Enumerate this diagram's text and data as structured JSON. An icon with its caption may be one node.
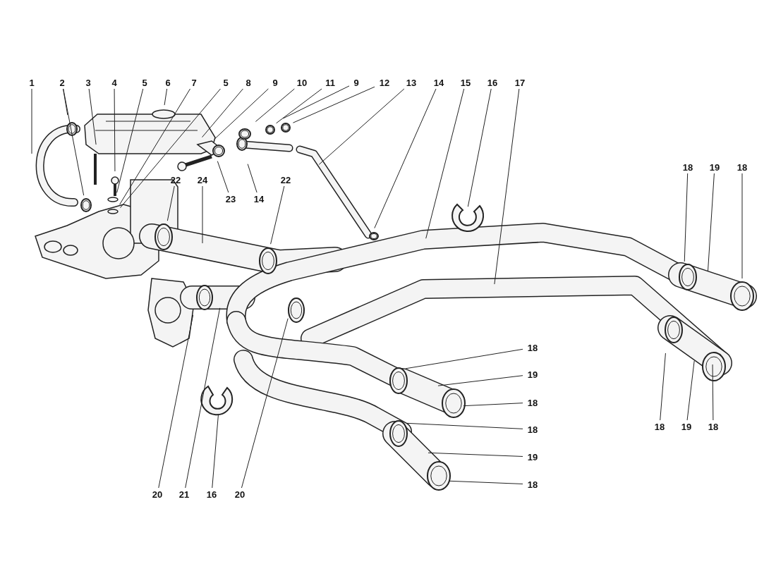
{
  "diagram": {
    "nodes": [
      {
        "text": [
          "1"
        ]
      },
      {
        "text": [
          "2"
        ]
      },
      {
        "text": [
          "3"
        ]
      },
      {
        "text": [
          "4"
        ]
      },
      {
        "text": [
          "5"
        ]
      },
      {
        "text": [
          "6"
        ]
      },
      {
        "text": [
          "7"
        ]
      },
      {
        "text": [
          "5"
        ]
      },
      {
        "text": [
          "8"
        ]
      },
      {
        "text": [
          "9"
        ]
      },
      {
        "text": [
          "10"
        ]
      },
      {
        "text": [
          "11"
        ]
      },
      {
        "text": [
          "9"
        ]
      },
      {
        "text": [
          "12"
        ]
      },
      {
        "text": [
          "13"
        ]
      },
      {
        "text": [
          "14"
        ]
      },
      {
        "text": [
          "15"
        ]
      },
      {
        "text": [
          "16"
        ]
      },
      {
        "text": [
          "17"
        ]
      },
      {
        "text": [
          "18"
        ]
      },
      {
        "text": [
          "19"
        ]
      },
      {
        "text": [
          "18"
        ]
      },
      {
        "text": [
          "22"
        ]
      },
      {
        "text": [
          "24"
        ]
      },
      {
        "text": [
          "22"
        ]
      },
      {
        "text": [
          "23"
        ]
      },
      {
        "text": [
          "14"
        ]
      },
      {
        "text": [
          "18"
        ]
      },
      {
        "text": [
          "19"
        ]
      },
      {
        "text": [
          "18"
        ]
      },
      {
        "text": [
          "18"
        ]
      },
      {
        "text": [
          "19"
        ]
      },
      {
        "text": [
          "18"
        ]
      },
      {
        "text": [
          "18"
        ]
      },
      {
        "text": [
          "19"
        ]
      },
      {
        "text": [
          "18"
        ]
      },
      {
        "text": [
          "20"
        ]
      },
      {
        "text": [
          "21"
        ]
      },
      {
        "text": [
          "16"
        ]
      },
      {
        "text": [
          "20"
        ]
      }
    ],
    "edges": [
      {
        "from": 0,
        "to": null,
        "arrow": "none"
      },
      {
        "from": 1,
        "to": null,
        "arrow": "none"
      },
      {
        "from": 1,
        "to": null,
        "arrow": "none"
      },
      {
        "from": 2,
        "to": null,
        "arrow": "none"
      },
      {
        "from": 3,
        "to": null,
        "arrow": "none"
      },
      {
        "from": 4,
        "to": null,
        "arrow": "none"
      },
      {
        "from": 5,
        "to": null,
        "arrow": "none"
      },
      {
        "from": 6,
        "to": null,
        "arrow": "none"
      },
      {
        "from": 7,
        "to": null,
        "arrow": "none"
      },
      {
        "from": 8,
        "to": null,
        "arrow": "none"
      },
      {
        "from": 9,
        "to": null,
        "arrow": "none"
      },
      {
        "from": 10,
        "to": null,
        "arrow": "none"
      },
      {
        "from": 11,
        "to": null,
        "arrow": "none"
      },
      {
        "from": 12,
        "to": null,
        "arrow": "none"
      },
      {
        "from": 13,
        "to": null,
        "arrow": "none"
      },
      {
        "from": 14,
        "to": null,
        "arrow": "none"
      },
      {
        "from": 15,
        "to": null,
        "arrow": "none"
      },
      {
        "from": 16,
        "to": null,
        "arrow": "none"
      },
      {
        "from": 17,
        "to": null,
        "arrow": "none"
      },
      {
        "from": 18,
        "to": null,
        "arrow": "none"
      },
      {
        "from": 19,
        "to": null,
        "arrow": "none"
      },
      {
        "from": 20,
        "to": null,
        "arrow": "none"
      },
      {
        "from": 21,
        "to": null,
        "arrow": "none"
      },
      {
        "from": 22,
        "to": null,
        "arrow": "none"
      },
      {
        "from": 23,
        "to": null,
        "arrow": "none"
      },
      {
        "from": 24,
        "to": null,
        "arrow": "none"
      },
      {
        "from": 25,
        "to": null,
        "arrow": "none"
      },
      {
        "from": 26,
        "to": null,
        "arrow": "none"
      },
      {
        "from": 27,
        "to": null,
        "arrow": "none"
      },
      {
        "from": 28,
        "to": null,
        "arrow": "none"
      },
      {
        "from": 29,
        "to": null,
        "arrow": "none"
      },
      {
        "from": 30,
        "to": null,
        "arrow": "none"
      },
      {
        "from": 31,
        "to": null,
        "arrow": "none"
      },
      {
        "from": 32,
        "to": null,
        "arrow": "none"
      },
      {
        "from": 33,
        "to": null,
        "arrow": "none"
      },
      {
        "from": 34,
        "to": null,
        "arrow": "none"
      },
      {
        "from": 35,
        "to": null,
        "arrow": "none"
      },
      {
        "from": 36,
        "to": null,
        "arrow": "none"
      },
      {
        "from": 37,
        "to": null,
        "arrow": "none"
      },
      {
        "from": 38,
        "to": null,
        "arrow": "none"
      },
      {
        "from": 39,
        "to": null,
        "arrow": "none"
      }
    ]
  }
}
